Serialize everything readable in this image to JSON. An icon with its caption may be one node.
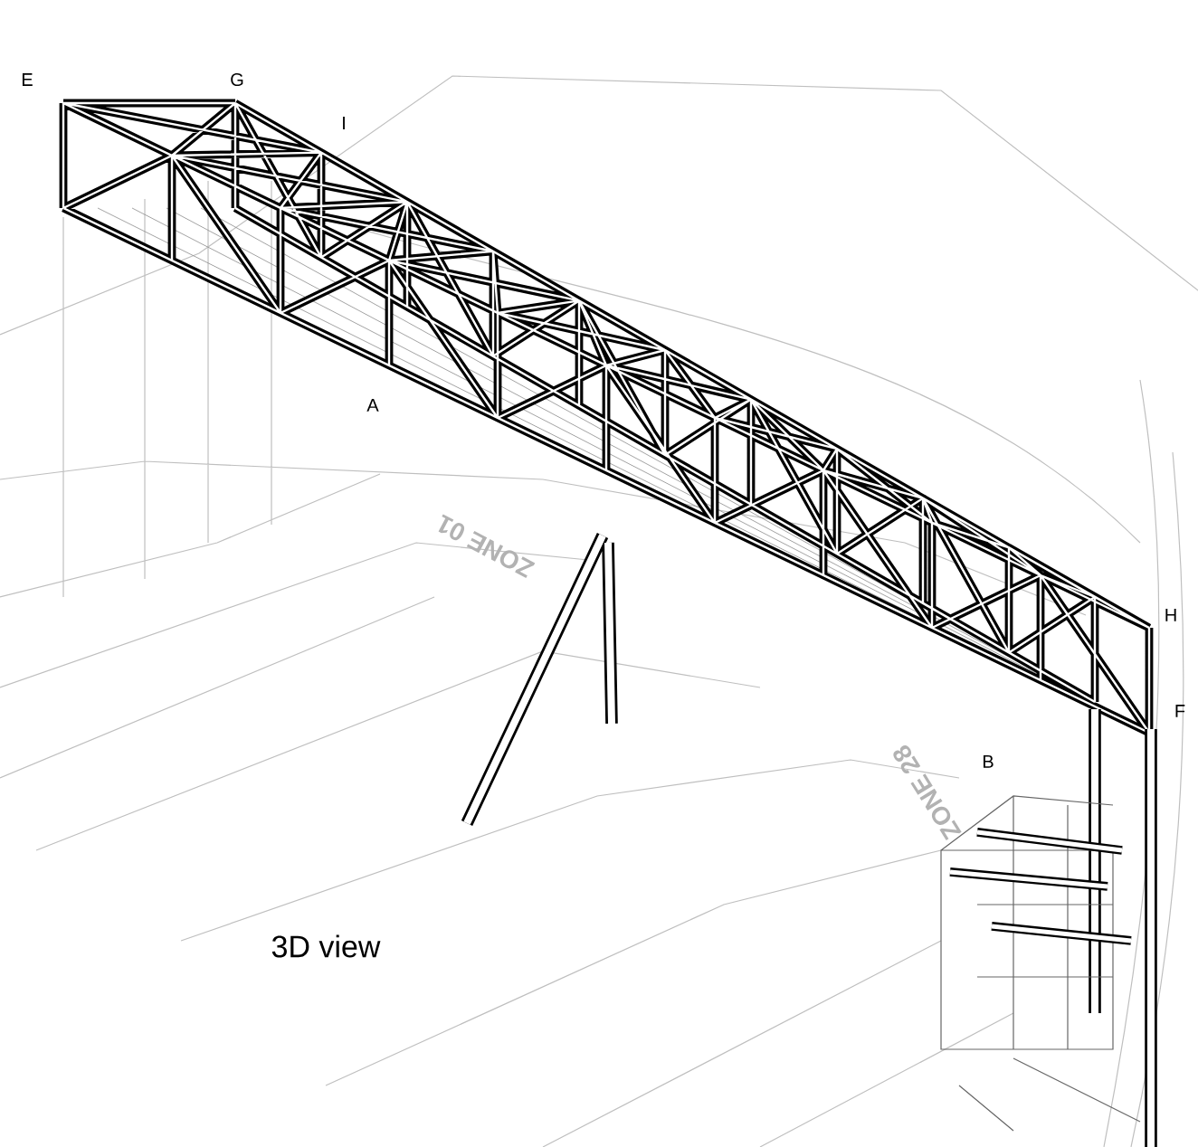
{
  "diagram": {
    "caption": "3D view",
    "labels": [
      "E",
      "G",
      "I",
      "A",
      "H",
      "F",
      "B",
      "ZONE 01",
      "ZONE 28"
    ]
  }
}
